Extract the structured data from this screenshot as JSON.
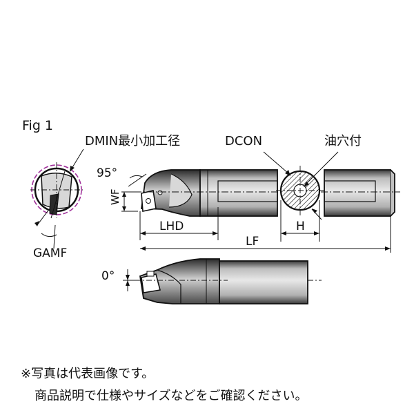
{
  "figure": {
    "title": "Fig 1",
    "labels": {
      "dmin": "DMIN最小加工径",
      "dcon": "DCON",
      "oil_hole": "油穴付",
      "angle_95": "95°",
      "wf": "WF",
      "lhd": "LHD",
      "h": "H",
      "lf": "LF",
      "gamf": "GAMF",
      "angle_0": "0°"
    }
  },
  "notes": {
    "line1": "※写真は代表画像です。",
    "line2": "商品説明で仕様やサイズなどをご確認ください。"
  },
  "colors": {
    "ink": "#111111",
    "shank_gray": "#b8b8b8",
    "dark_gray": "#4a4a4a",
    "highlight": "#e4e4e4",
    "dmin_circle": "#a0309a"
  }
}
